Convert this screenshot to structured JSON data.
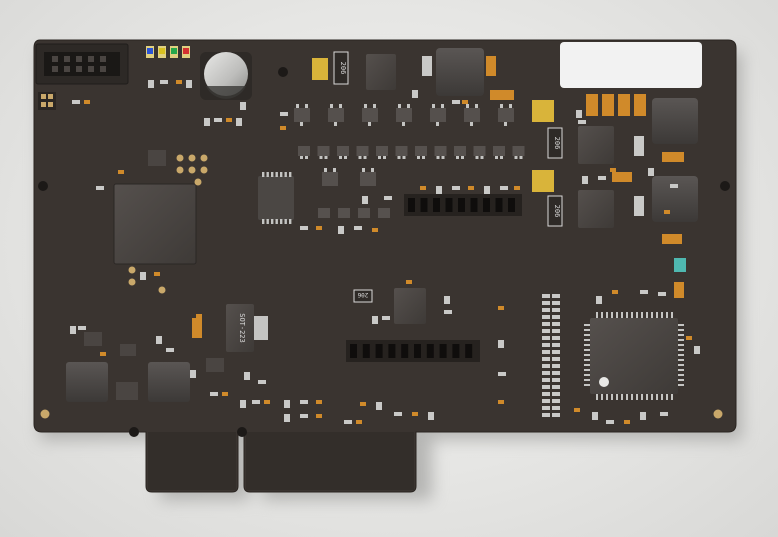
{
  "board": {
    "color": "#3a3430",
    "edge_color": "#2a2521",
    "shadow_color": "#9a9a98",
    "label_area_color": "#f2f2f2",
    "copper_color": "#c9a86a"
  },
  "silkscreen": {
    "r1": "206",
    "r2": "206",
    "r3": "206",
    "r4": "206",
    "reg": "SOT-223"
  },
  "leds": [
    "#2b54d6",
    "#d8c020",
    "#26a84a",
    "#d43030"
  ],
  "icons": {
    "header": "pin-header-icon",
    "capacitor": "electrolytic-capacitor-icon",
    "mcu": "qfp-chip-icon",
    "bga": "bga-chip-icon",
    "inductor": "power-inductor-icon"
  }
}
